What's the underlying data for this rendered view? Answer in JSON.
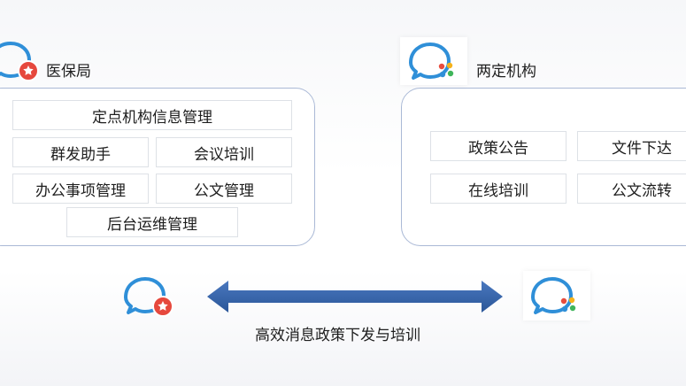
{
  "left_org": {
    "title": "医保局",
    "items": [
      "定点机构信息管理",
      "群发助手",
      "会议培训",
      "办公事项管理",
      "公文管理",
      "后台运维管理"
    ]
  },
  "right_org": {
    "title": "两定机构",
    "items": [
      "政策公告",
      "文件下达",
      "在线培训",
      "公文流转"
    ]
  },
  "arrow_caption": "高效消息政策下发与培训",
  "icons": {
    "left": "wecom-official-star-icon",
    "right": "wecom-colorful-icon"
  },
  "colors": {
    "icon_blue": "#2f8fd8",
    "badge_red": "#e6483d",
    "arrow_dark": "#2a5698",
    "arrow_light": "#4a78bf",
    "panel_border": "#aab9d6"
  }
}
